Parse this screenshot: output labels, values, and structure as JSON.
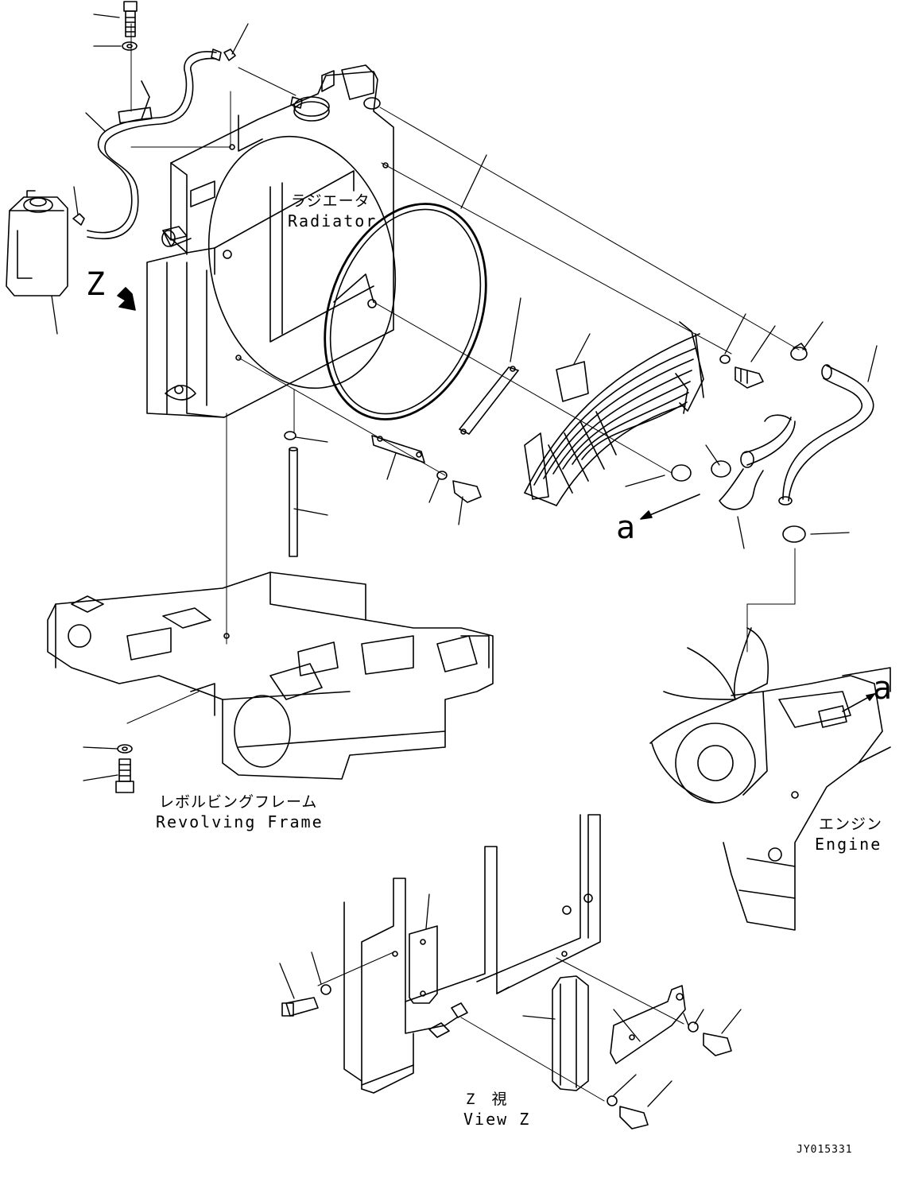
{
  "labels": {
    "radiator_jp": "ラジエータ",
    "radiator_en": "Radiator",
    "frame_jp": "レボルビングフレーム",
    "frame_en": "Revolving Frame",
    "engine_jp": "エンジン",
    "engine_en": "Engine",
    "view_jp": "Z　視",
    "view_en": "View Z",
    "view_marker": "Z",
    "ref_a1": "a",
    "ref_a2": "a",
    "drawing_code": "JY015331"
  }
}
